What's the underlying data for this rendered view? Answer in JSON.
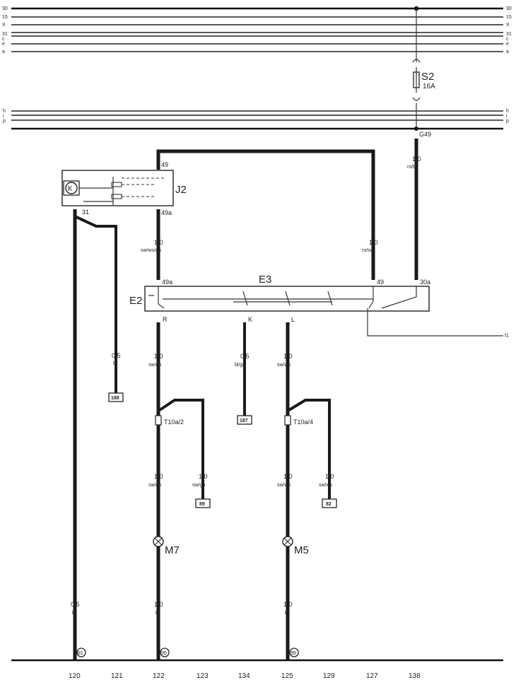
{
  "bus_labels": {
    "left": [
      "30",
      "15",
      "X",
      "31",
      "c",
      "e",
      "a"
    ],
    "right": [
      "30",
      "15",
      "X",
      "31",
      "c",
      "e",
      "a"
    ],
    "lower_left": [
      "h",
      "i",
      "p"
    ],
    "lower_right": [
      "h",
      "i",
      "p"
    ]
  },
  "components": {
    "fuse": {
      "name": "S2",
      "rating": "16A"
    },
    "relay": {
      "name": "J2",
      "coil_symbol": "K"
    },
    "switch_panel": {
      "name_left": "E2",
      "name_top": "E3"
    },
    "connector_a": "T10a/2",
    "connector_b": "T10a/4",
    "lamp_a": "M7",
    "lamp_b": "M5"
  },
  "terminals": {
    "t49_top": "49",
    "t49a_relay": "49a",
    "t31_relay": "31",
    "t49a_switch": "49a",
    "t49_switch": "49",
    "t30a_switch": "30a",
    "tR": "R",
    "tK": "K",
    "tL": "L",
    "splice": "G49",
    "f1": "f1"
  },
  "wires": {
    "w_main_49a": {
      "size": "1,0",
      "color": "sw/ws/gn"
    },
    "w_right_loop": {
      "size": "1,0",
      "color": "ro/sw"
    },
    "w_fuse_feed": {
      "size": "1,0",
      "color": "ro/bl"
    },
    "w_relay31_branch": {
      "size": "0,5",
      "color": "br"
    },
    "w_R": {
      "size": "1,0",
      "color": "sw/gn"
    },
    "w_K": {
      "size": "0,5",
      "color": "bl/gn"
    },
    "w_L": {
      "size": "1,0",
      "color": "sw/ws"
    },
    "w_T2_down": {
      "size": "1,0",
      "color": "sw/gn"
    },
    "w_T2_branch": {
      "size": "1,0",
      "color": "sw/gn"
    },
    "w_T4_down": {
      "size": "1,0",
      "color": "sw/ws"
    },
    "w_T4_branch": {
      "size": "1,0",
      "color": "sw/ws"
    },
    "w_gnd_120": {
      "size": "0,5",
      "color": "br"
    },
    "w_gnd_122": {
      "size": "1,0",
      "color": "br"
    },
    "w_gnd_125": {
      "size": "1,0",
      "color": "br"
    }
  },
  "references": {
    "ref_relay_branch": "188",
    "ref_K": "187",
    "ref_T2": "89",
    "ref_T4": "82"
  },
  "ground_points": [
    "81",
    "90",
    "99"
  ],
  "footer_numbers": [
    "120",
    "121",
    "122",
    "123",
    "134",
    "125",
    "129",
    "127",
    "138"
  ]
}
